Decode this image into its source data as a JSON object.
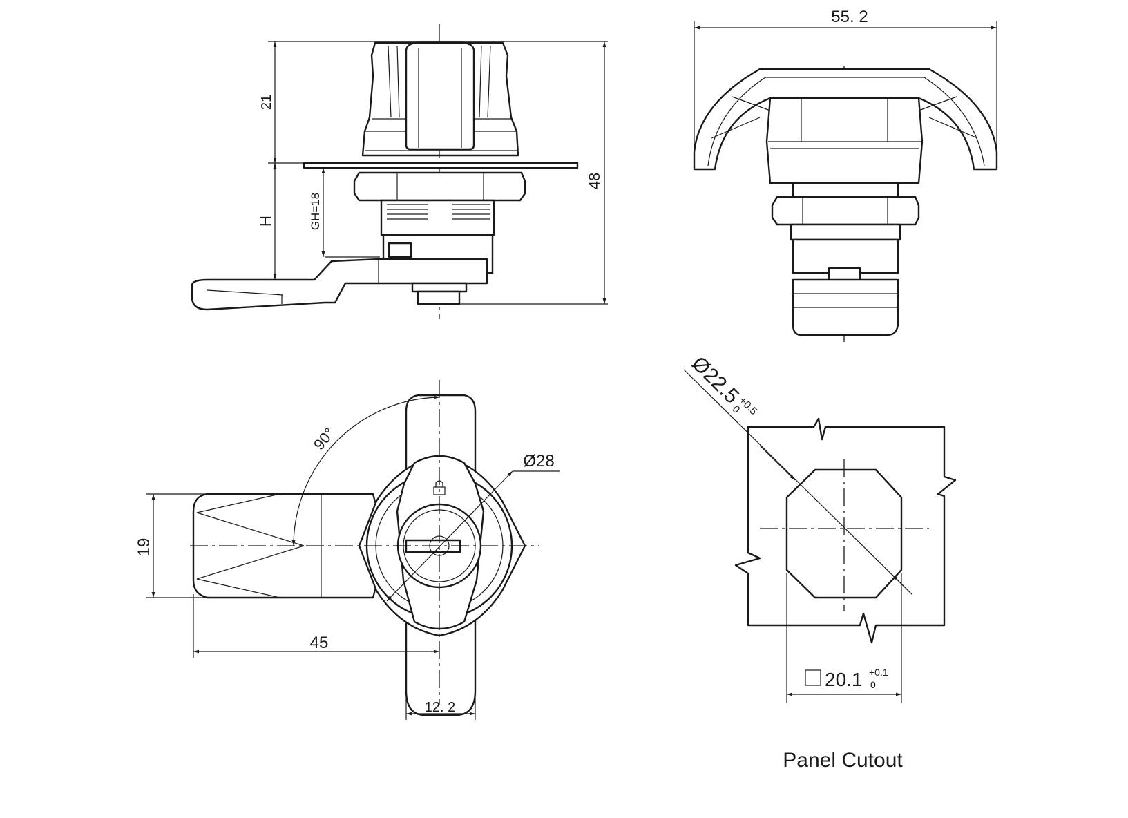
{
  "side_view": {
    "dim_top": "21",
    "dim_h": "H",
    "dim_gh": "GH=18",
    "dim_total": "48"
  },
  "front_view": {
    "dim_width": "55. 2"
  },
  "top_view": {
    "dim_angle": "90°",
    "dim_diameter": "Ø28",
    "dim_arm_width": "19",
    "dim_arm_length": "45",
    "dim_handle_width": "12. 2"
  },
  "panel_cutout": {
    "dim_diameter": "Ø22.5",
    "dim_diameter_tol_upper": "+0.5",
    "dim_diameter_tol_lower": "0",
    "dim_square_symbol": "□",
    "dim_square": "20.1",
    "dim_square_tol_upper": "+0.1",
    "dim_square_tol_lower": "0",
    "title": "Panel Cutout"
  }
}
